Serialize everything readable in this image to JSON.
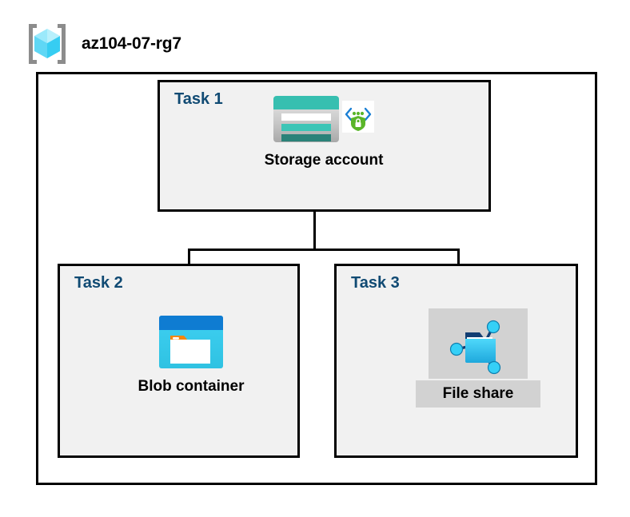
{
  "header": {
    "title": "az104-07-rg7",
    "icon": "resource-group-icon"
  },
  "diagram": {
    "container_name": "resource-group-container",
    "tasks": [
      {
        "id": "task1",
        "label": "Task 1",
        "node": {
          "caption": "Storage account",
          "icons": [
            "storage-account-icon",
            "secure-endpoint-shield-icon"
          ],
          "highlighted": false
        }
      },
      {
        "id": "task2",
        "label": "Task 2",
        "node": {
          "caption": "Blob container",
          "icons": [
            "blob-container-icon"
          ],
          "highlighted": false
        }
      },
      {
        "id": "task3",
        "label": "Task 3",
        "node": {
          "caption": "File share",
          "icons": [
            "file-share-icon"
          ],
          "highlighted": true
        }
      }
    ],
    "connectors": [
      {
        "name": "storage-to-bus-stem"
      },
      {
        "name": "branch-bus"
      },
      {
        "name": "bus-to-blob-container"
      },
      {
        "name": "bus-to-file-share"
      }
    ]
  },
  "colors": {
    "task_label": "#104A73",
    "task_box_fill": "#F1F1F1",
    "container_stroke": "#000000",
    "highlight_fill": "#D2D2D2",
    "storage_teal": "#37BFB0",
    "storage_teal_dark": "#2B8C80",
    "blob_blue": "#0F7CD2",
    "blob_cyan": "#32CCEE",
    "blob_tab_orange": "#F2870D",
    "fileshare_cyan": "#32C5F4",
    "shield_green": "#5AB52A",
    "bracket_blue": "#1A7FD4",
    "rg_cube_cyan": "#7BE0FA",
    "rg_bracket_gray": "#8C8C8C"
  }
}
